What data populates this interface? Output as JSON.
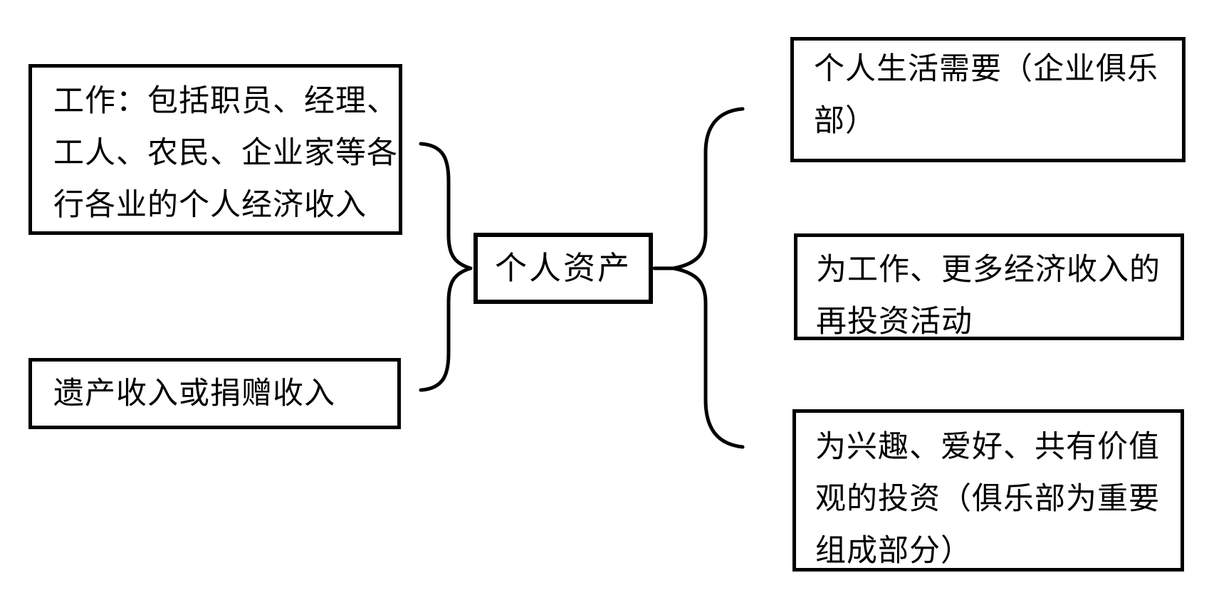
{
  "diagram": {
    "background_color": "#ffffff",
    "stroke_color": "#000000",
    "center": {
      "label": "个人资产"
    },
    "sources": {
      "work": {
        "lines": [
          "工作：包括职员、经理、",
          "工人、农民、企业家等各",
          "行各业的个人经济收入"
        ]
      },
      "inheritance": {
        "lines": [
          "遗产收入或捐赠收入"
        ]
      }
    },
    "uses": {
      "life": {
        "lines": [
          "个人生活需要（企业俱乐",
          "部）"
        ]
      },
      "reinvest": {
        "lines": [
          "为工作、更多经济收入的",
          "再投资活动"
        ]
      },
      "interest": {
        "lines": [
          "为兴趣、爱好、共有价值",
          "观的投资（俱乐部为重要",
          "组成部分）"
        ]
      }
    },
    "connectors": {
      "left_brace": "right-pointing curly brace joining the two left boxes to the center box",
      "right_brace": "left-pointing curly brace fanning the center box out to the three right boxes"
    }
  }
}
